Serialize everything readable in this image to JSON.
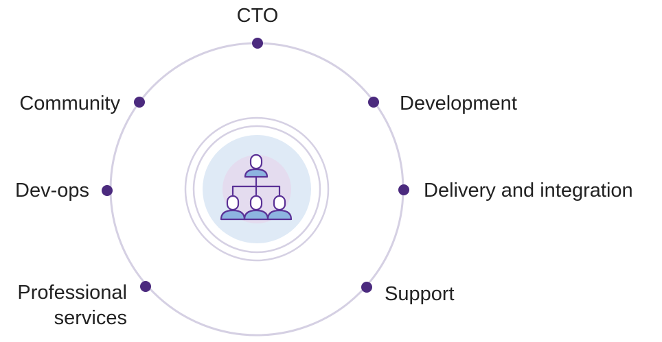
{
  "diagram": {
    "colors": {
      "ring": "#d5d0e3",
      "dot": "#4b2a7e",
      "center_fill": "#dfeaf6",
      "center_inner": "#e4dcef",
      "icon_stroke": "#5a3196",
      "icon_fill": "#8db4e0",
      "text": "#222222"
    },
    "center_icon": "org-chart-icon",
    "nodes": [
      {
        "id": "cto",
        "label": "CTO"
      },
      {
        "id": "development",
        "label": "Development"
      },
      {
        "id": "delivery",
        "label": "Delivery and integration"
      },
      {
        "id": "support",
        "label": "Support"
      },
      {
        "id": "professional",
        "label_line1": "Professional",
        "label_line2": "services"
      },
      {
        "id": "devops",
        "label": "Dev-ops"
      },
      {
        "id": "community",
        "label": "Community"
      }
    ]
  }
}
